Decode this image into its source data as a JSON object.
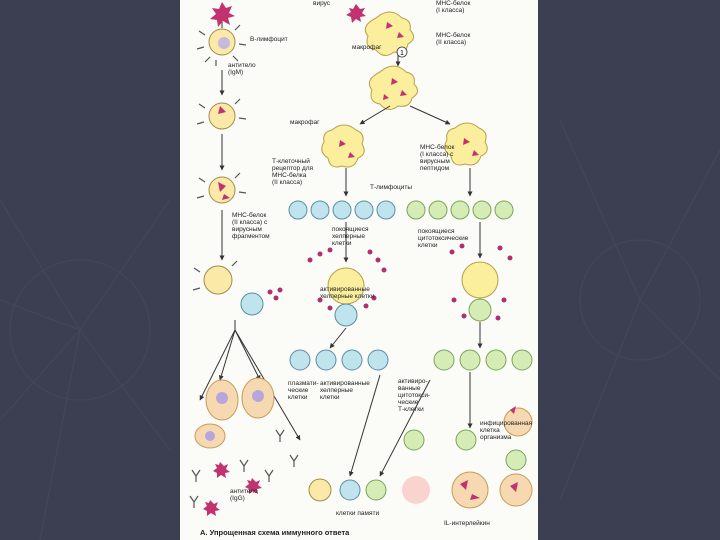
{
  "labels": {
    "virus": "вирус",
    "mhc1": "МНС-белок\n(I класса)",
    "mhc2": "МНС-белок\n(II класса)",
    "macrophage_top": "макрофаг",
    "b_lymph": "В-лимфоцит",
    "antibody_igm": "антитело\n(IgM)",
    "macrophage_left": "макрофаг",
    "t_receptor": "Т-клеточный\nрецептор для\nМНС-белка\n(II класса)",
    "mhc1_viral": "МНС-белок\n(I класса) с\nвирусным\nпептидом",
    "t_lymph": "Т-лимфоциты",
    "mhc2_frag": "МНС-белок\n(II класса) с\nвирусным\nфрагментом",
    "helper_rest": "покоящиеся\nхелперные\nклетки",
    "cyto_rest": "покоящиеся\nцитотоксические\nклетки",
    "activated_helper": "активированные\nхелперные клетки",
    "plasma": "плазмати-\nческие\nклетки",
    "activated_helper2": "активированные\nхелперные\nклетки",
    "stimulated_cyto": "активиро-\nванные\nцитотокси-\nческие\nТ-клетки",
    "infected_cell": "инфицированная\nклетка\nорганизма",
    "antibody_igg": "антитело\n(IgG)",
    "memory": "клетки памяти",
    "il": "IL-интерлейкин",
    "caption": "А. Упрощенная схема иммунного ответа"
  },
  "colors": {
    "background": "#3c3f51",
    "cell_yellow": "#fbe9a8",
    "virus": "#b0306b",
    "helper_blue": "#bfe4ee",
    "cyto_green": "#d6ecb5"
  }
}
